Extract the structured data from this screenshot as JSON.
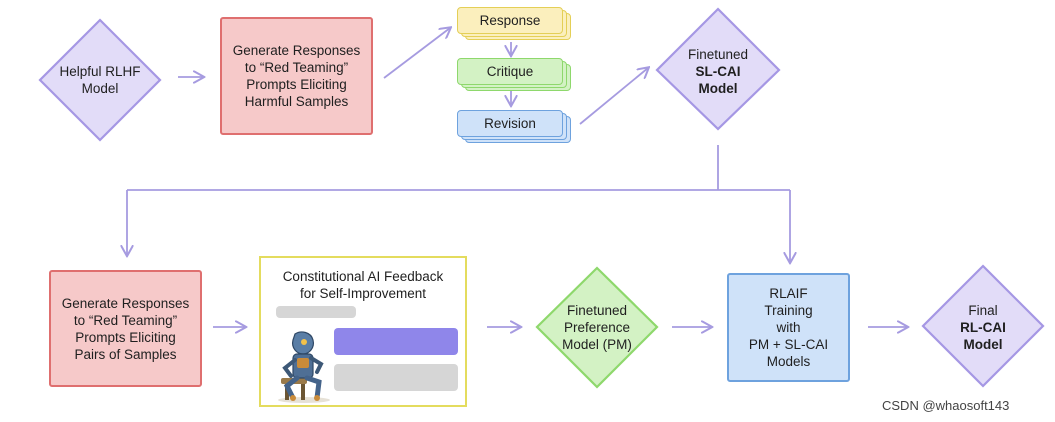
{
  "row1": {
    "helpful_model": [
      "Helpful RLHF",
      "Model"
    ],
    "generate_box": [
      "Generate Responses",
      "to “Red Teaming”",
      "Prompts Eliciting",
      "Harmful Samples"
    ],
    "response": "Response",
    "critique": "Critique",
    "revision": "Revision",
    "sl_cai": {
      "line1": "Finetuned",
      "line2": "SL-CAI",
      "line3": "Model"
    }
  },
  "row2": {
    "generate_box": [
      "Generate Responses",
      "to “Red Teaming”",
      "Prompts Eliciting",
      "Pairs of Samples"
    ],
    "feedback_title": [
      "Constitutional AI Feedback",
      "for Self-Improvement"
    ],
    "pm": [
      "Finetuned",
      "Preference",
      "Model (PM)"
    ],
    "rlaif": [
      "RLAIF",
      "Training",
      "with",
      "PM + SL-CAI",
      "Models"
    ],
    "final": {
      "line1": "Final",
      "line2": "RL-CAI",
      "line3": "Model"
    }
  },
  "watermark": "CSDN @whaosoft143",
  "colors": {
    "purple_fill": "#e2dcf8",
    "purple_stroke": "#a597e4",
    "red_fill": "#f6c9c9",
    "red_stroke": "#df6f6f",
    "yellow_fill": "#fbefbd",
    "yellow_stroke": "#e4cf56",
    "green_fill": "#d3f2c4",
    "green_stroke": "#8ed86c",
    "blue_fill": "#cfe2f9",
    "blue_stroke": "#6ea2de",
    "arrow": "#a69be0",
    "bubble": "#8f86ea",
    "gray_bubble": "#d6d6d6"
  }
}
